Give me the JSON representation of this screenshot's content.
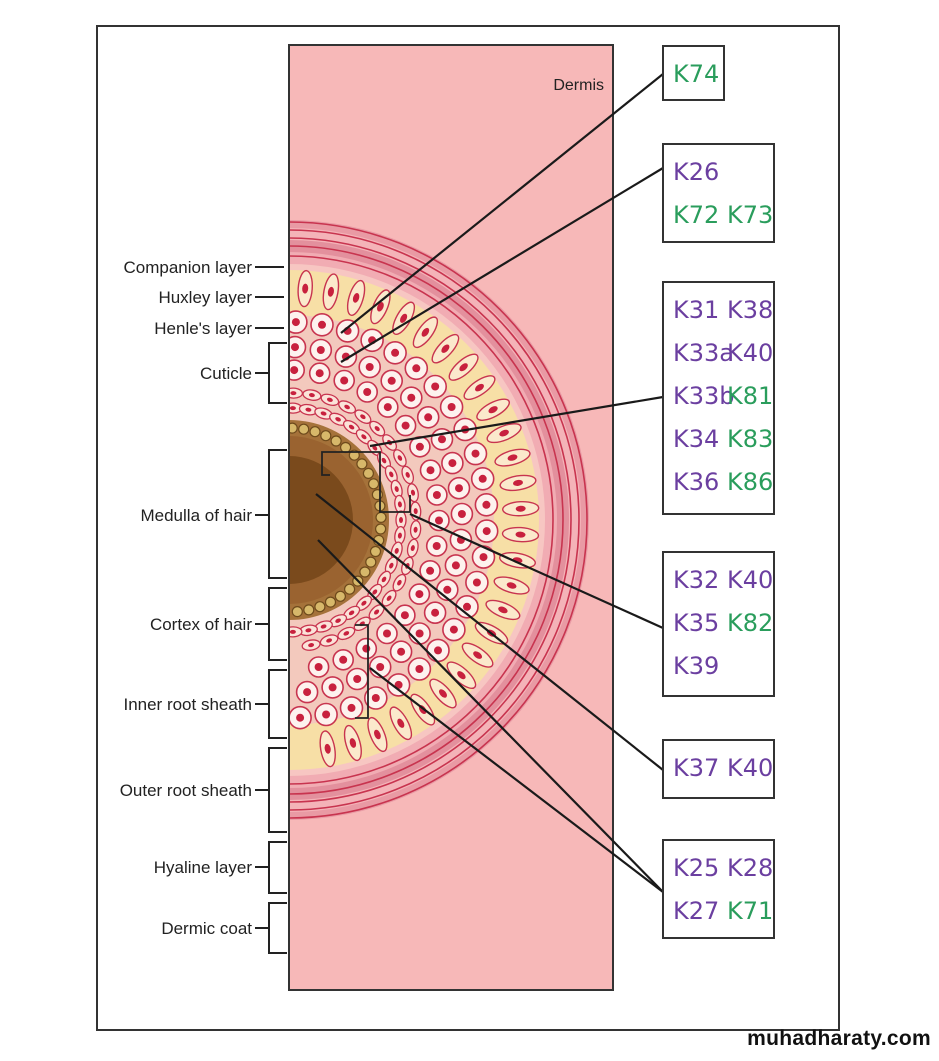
{
  "dermis_label": "Dermis",
  "layers": [
    {
      "name": "Companion layer"
    },
    {
      "name": "Huxley layer"
    },
    {
      "name": "Henle's layer"
    },
    {
      "name": "Cuticle"
    },
    {
      "name": "Medulla of hair"
    },
    {
      "name": "Cortex of hair"
    },
    {
      "name": "Inner root sheath"
    },
    {
      "name": "Outer root sheath"
    },
    {
      "name": "Hyaline layer"
    },
    {
      "name": "Dermic coat"
    }
  ],
  "keratin_boxes": [
    {
      "rows": [
        [
          {
            "t": "K74",
            "c": "green"
          }
        ]
      ]
    },
    {
      "rows": [
        [
          {
            "t": "K26",
            "c": "purple"
          }
        ],
        [
          {
            "t": "K72",
            "c": "green"
          },
          {
            "t": "K73",
            "c": "green"
          }
        ]
      ]
    },
    {
      "rows": [
        [
          {
            "t": "K31",
            "c": "purple"
          },
          {
            "t": "K38",
            "c": "purple"
          }
        ],
        [
          {
            "t": "K33a",
            "c": "purple"
          },
          {
            "t": "K40",
            "c": "purple"
          }
        ],
        [
          {
            "t": "K33b",
            "c": "purple"
          },
          {
            "t": "K81",
            "c": "green"
          }
        ],
        [
          {
            "t": "K34",
            "c": "purple"
          },
          {
            "t": "K83",
            "c": "green"
          }
        ],
        [
          {
            "t": "K36",
            "c": "purple"
          },
          {
            "t": "K86",
            "c": "green"
          }
        ]
      ]
    },
    {
      "rows": [
        [
          {
            "t": "K32",
            "c": "purple"
          },
          {
            "t": "K40",
            "c": "purple"
          }
        ],
        [
          {
            "t": "K35",
            "c": "purple"
          },
          {
            "t": "K82",
            "c": "green"
          }
        ],
        [
          {
            "t": "K39",
            "c": "purple"
          }
        ]
      ]
    },
    {
      "rows": [
        [
          {
            "t": "K37",
            "c": "purple"
          },
          {
            "t": "K40",
            "c": "purple"
          }
        ]
      ]
    },
    {
      "rows": [
        [
          {
            "t": "K25",
            "c": "purple"
          },
          {
            "t": "K28",
            "c": "purple"
          }
        ],
        [
          {
            "t": "K27",
            "c": "purple"
          },
          {
            "t": "K71",
            "c": "green"
          }
        ]
      ]
    }
  ],
  "colors": {
    "purple": "#6b3fa0",
    "green": "#2a9d5c",
    "dermis": "#f7b8b8",
    "medulla": "#7a4a1c",
    "cortex": "#a5723a",
    "cell_ring": "#f7dfa6",
    "cell_red": "#c8213e",
    "line_red": "#c8344f"
  },
  "watermark": "muhadharaty.com"
}
